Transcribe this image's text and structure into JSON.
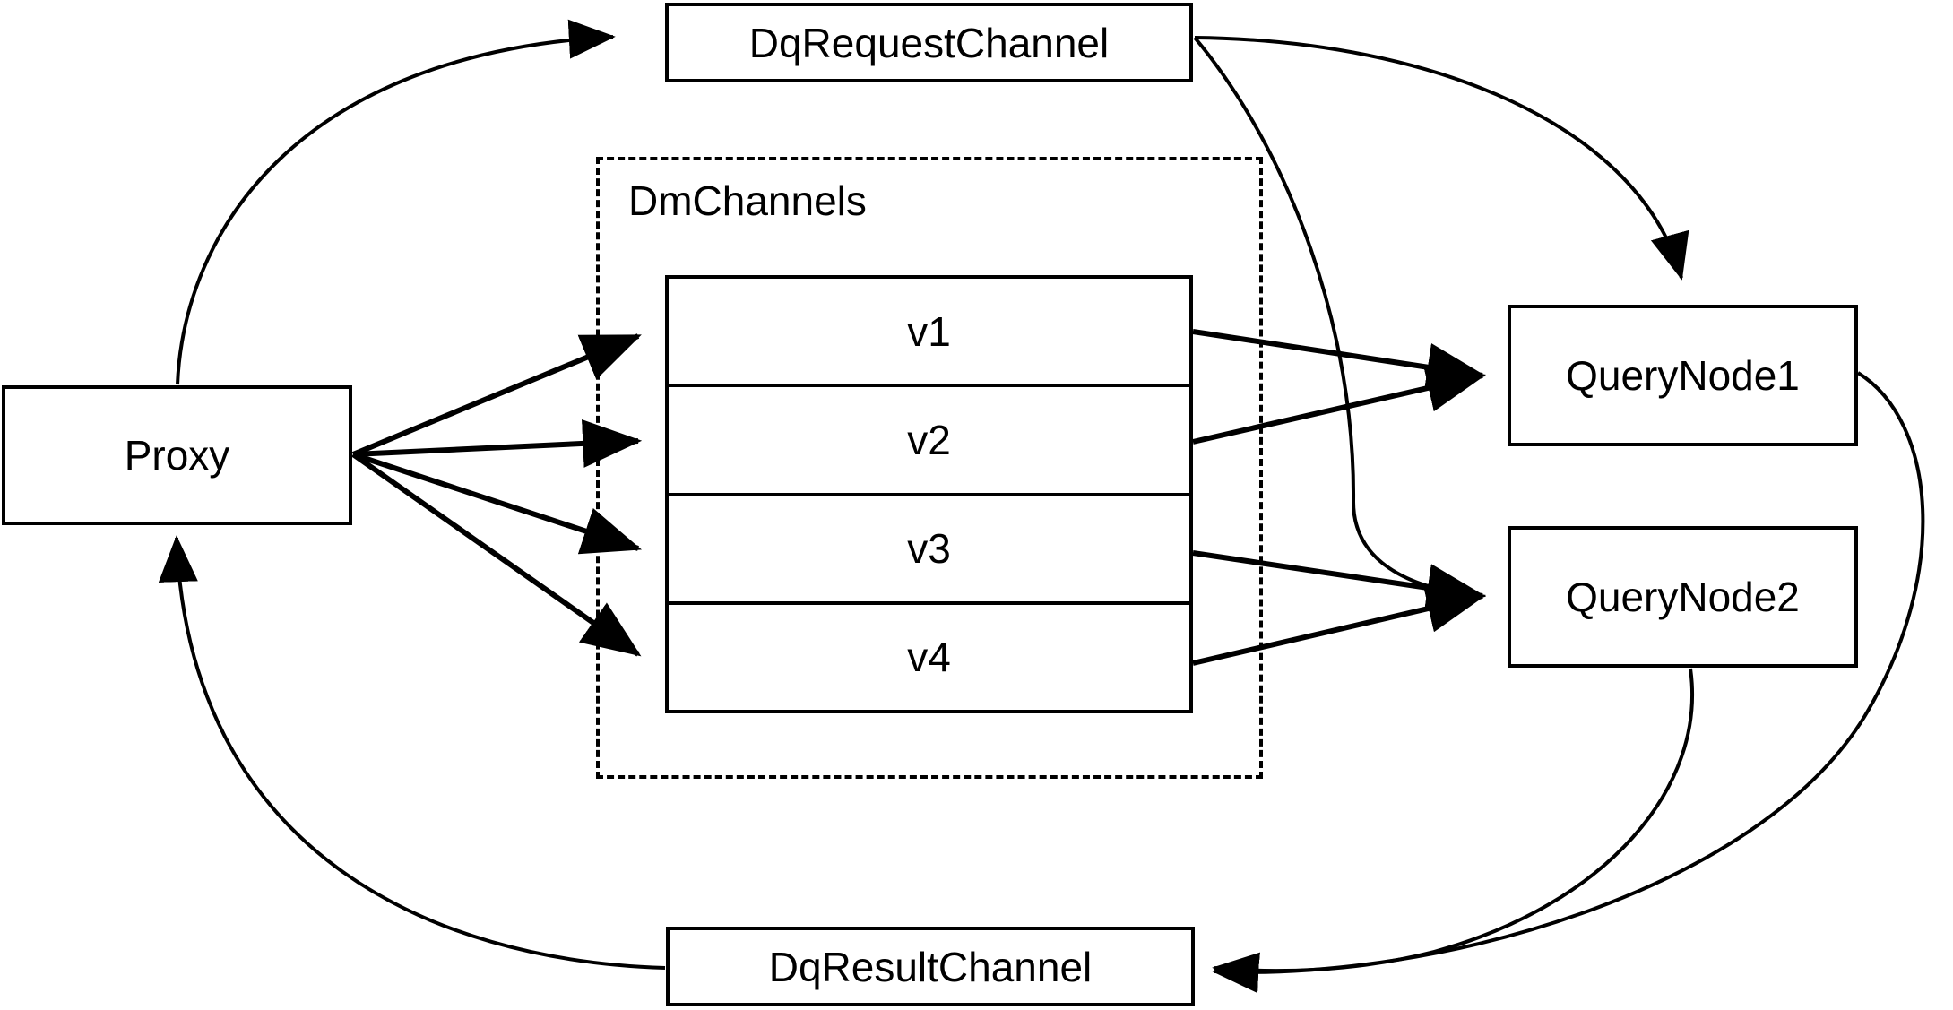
{
  "diagram": {
    "title": "Milvus distributed query message flow",
    "background_color": "#ffffff",
    "stroke_color": "#000000"
  },
  "nodes": {
    "proxy": {
      "label": "Proxy"
    },
    "dq_request_channel": {
      "label": "DqRequestChannel"
    },
    "dq_result_channel": {
      "label": "DqResultChannel"
    },
    "query_node_1": {
      "label": "QueryNode1"
    },
    "query_node_2": {
      "label": "QueryNode2"
    }
  },
  "group": {
    "dm_channels": {
      "label": "DmChannels",
      "style": "dashed",
      "channels": [
        {
          "label": "v1"
        },
        {
          "label": "v2"
        },
        {
          "label": "v3"
        },
        {
          "label": "v4"
        }
      ]
    }
  },
  "edges": [
    {
      "from": "Proxy",
      "to": "DqRequestChannel",
      "style": "curved",
      "arrow": "end"
    },
    {
      "from": "Proxy",
      "to": "v1",
      "style": "straight",
      "arrow": "end"
    },
    {
      "from": "Proxy",
      "to": "v2",
      "style": "straight",
      "arrow": "end"
    },
    {
      "from": "Proxy",
      "to": "v3",
      "style": "straight",
      "arrow": "end"
    },
    {
      "from": "Proxy",
      "to": "v4",
      "style": "straight",
      "arrow": "end"
    },
    {
      "from": "v1",
      "to": "QueryNode1",
      "style": "straight",
      "arrow": "end"
    },
    {
      "from": "v2",
      "to": "QueryNode1",
      "style": "straight",
      "arrow": "end"
    },
    {
      "from": "v3",
      "to": "QueryNode2",
      "style": "straight",
      "arrow": "end"
    },
    {
      "from": "v4",
      "to": "QueryNode2",
      "style": "straight",
      "arrow": "end"
    },
    {
      "from": "DqRequestChannel",
      "to": "QueryNode1",
      "style": "curved",
      "arrow": "end"
    },
    {
      "from": "DqRequestChannel",
      "to": "QueryNode2",
      "style": "curved",
      "arrow": "end"
    },
    {
      "from": "QueryNode1",
      "to": "DqResultChannel",
      "style": "curved",
      "arrow": "end"
    },
    {
      "from": "QueryNode2",
      "to": "DqResultChannel",
      "style": "curved",
      "arrow": "end"
    },
    {
      "from": "DqResultChannel",
      "to": "Proxy",
      "style": "curved",
      "arrow": "end"
    }
  ]
}
